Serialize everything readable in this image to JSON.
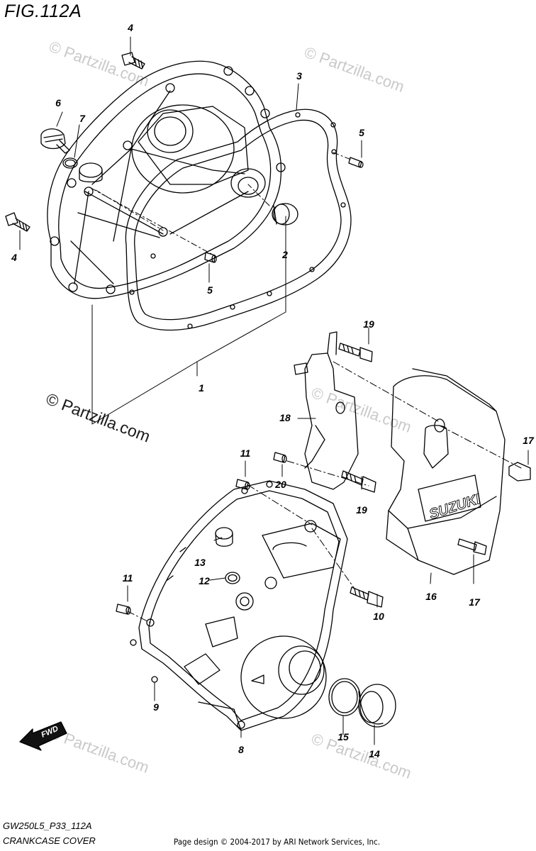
{
  "figure": {
    "title": "FIG.112A",
    "diagram_code": "GW250L5_P33_112A",
    "diagram_name": "CRANKCASE COVER"
  },
  "copyright": "Page design © 2004-2017 by ARI Network Services, Inc.",
  "watermark": {
    "text": "© Partzilla.com"
  },
  "brand_mark": "SUZUKI",
  "direction_marker": "FWD",
  "callouts": [
    "1",
    "2",
    "3",
    "4",
    "4",
    "5",
    "5",
    "6",
    "7",
    "8",
    "9",
    "10",
    "11",
    "11",
    "12",
    "13",
    "14",
    "15",
    "16",
    "17",
    "17",
    "18",
    "19",
    "19",
    "20"
  ]
}
